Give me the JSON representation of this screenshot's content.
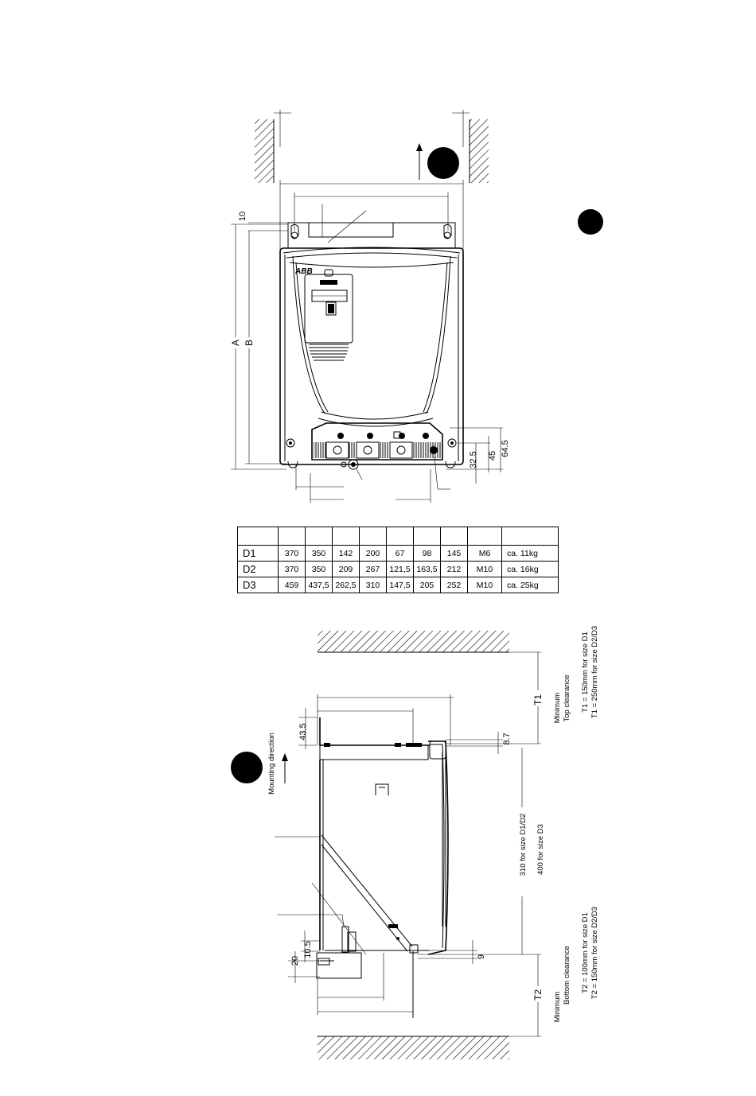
{
  "front_view": {
    "dim_10": "10",
    "dim_A": "A",
    "dim_B": "B",
    "dim_32_5": "32.5",
    "dim_45": "45",
    "dim_64_5": "64.5",
    "logo_text": "ABB"
  },
  "table": {
    "rows": [
      {
        "size": "D1",
        "c1": "370",
        "c2": "350",
        "c3": "142",
        "c4": "200",
        "c5": "67",
        "c6": "98",
        "c7": "145",
        "bolt": "M6",
        "weight": "ca. 11kg"
      },
      {
        "size": "D2",
        "c1": "370",
        "c2": "350",
        "c3": "209",
        "c4": "267",
        "c5": "121,5",
        "c6": "163,5",
        "c7": "212",
        "bolt": "M10",
        "weight": "ca. 16kg"
      },
      {
        "size": "D3",
        "c1": "459",
        "c2": "437,5",
        "c3": "262,5",
        "c4": "310",
        "c5": "147,5",
        "c6": "205",
        "c7": "252",
        "bolt": "M10",
        "weight": "ca. 25kg"
      }
    ]
  },
  "side_view": {
    "mounting_direction": "Mounting direction",
    "dim_43_5": "43.5",
    "dim_8_7": "8.7",
    "dim_10_5": "10.5",
    "dim_20": "20",
    "dim_9": "9",
    "T1": "T1",
    "T2": "T2",
    "height_d1d2": "310 for size D1/D2",
    "height_d3": "400 for size D3",
    "top_clearance_1": "Minimum",
    "top_clearance_2": "Top clearance",
    "t1_d1": "T1 = 150mm for size D1",
    "t1_d2d3": "T1 = 250mm for size D2/D3",
    "bottom_clearance_1": "Minimum",
    "bottom_clearance_2": "Bottom clearance",
    "t2_d1": "T2 = 100mm for size D1",
    "t2_d2d3": "T2 = 150mm for size D2/D3"
  }
}
